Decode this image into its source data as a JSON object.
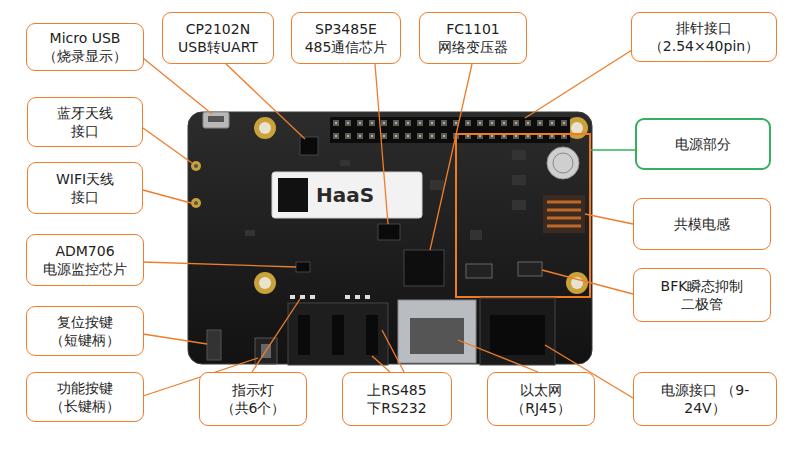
{
  "diagram": {
    "nodes": [
      {
        "text": [
          "Micro USB （烧录显示）"
        ]
      },
      {
        "text": [
          "CP2102N USB转UART"
        ]
      },
      {
        "text": [
          "SP3485E 485通信芯片"
        ]
      },
      {
        "text": [
          "FC1101 网络变压器"
        ]
      },
      {
        "text": [
          "排针接口 （2.54×40pin）"
        ]
      },
      {
        "text": [
          "蓝牙天线接口"
        ]
      },
      {
        "text": [
          "WIFI天线接口"
        ]
      },
      {
        "text": [
          "ADM706 电源监控芯片"
        ]
      },
      {
        "text": [
          "复位按键 （短键柄）"
        ]
      },
      {
        "text": [
          "功能按键 （长键柄）"
        ]
      },
      {
        "text": [
          "电源部分"
        ]
      },
      {
        "text": [
          "共模电感"
        ]
      },
      {
        "text": [
          "BFK瞬态抑制二极管"
        ]
      },
      {
        "text": [
          "指示灯 （共6个）"
        ]
      },
      {
        "text": [
          "上RS485 下RS232"
        ]
      },
      {
        "text": [
          "以太网 （RJ45）"
        ]
      },
      {
        "text": [
          "电源接口 （9-24V）"
        ]
      }
    ],
    "labels": [
      "HaaS"
    ]
  }
}
